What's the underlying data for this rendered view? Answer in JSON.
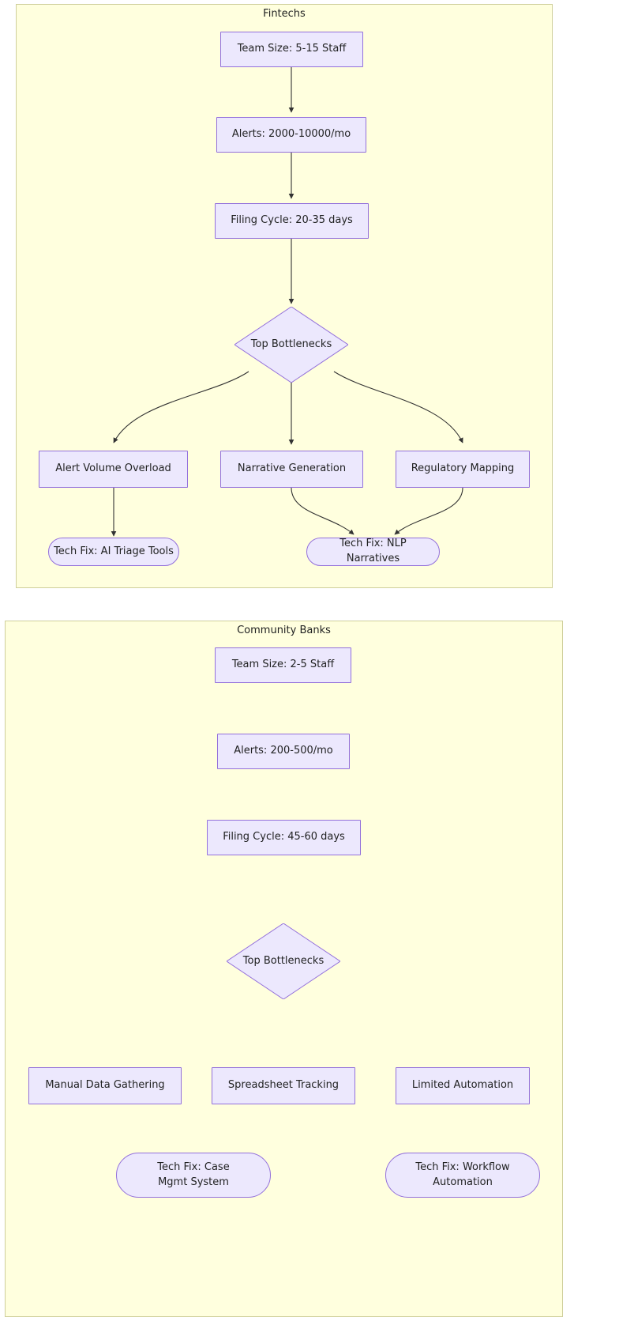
{
  "diagram": {
    "type": "flowchart",
    "direction": "top-down",
    "theme": {
      "subgraph_fill": "#FFFFDE",
      "subgraph_border": "#CFCF9B",
      "node_fill": "#ECE8FD",
      "node_border": "#9370DB",
      "edge_color": "#333333",
      "text_color": "#1f2020",
      "page_background": "#FFFFFF"
    }
  },
  "subgraphs": [
    {
      "id": "fintechs",
      "title": "Fintechs",
      "nodes": [
        {
          "id": "f1",
          "label": "Team Size: 5-15 Staff",
          "shape": "rect"
        },
        {
          "id": "f2",
          "label": "Alerts: 2000-10000/mo",
          "shape": "rect"
        },
        {
          "id": "f3",
          "label": "Filing Cycle: 20-35 days",
          "shape": "rect"
        },
        {
          "id": "f4",
          "label": "Top Bottlenecks",
          "shape": "diamond"
        },
        {
          "id": "f5",
          "label": "Alert Volume Overload",
          "shape": "rect"
        },
        {
          "id": "f6",
          "label": "Narrative Generation",
          "shape": "rect"
        },
        {
          "id": "f7",
          "label": "Regulatory Mapping",
          "shape": "rect"
        },
        {
          "id": "f8",
          "label": "Tech Fix: AI Triage Tools",
          "shape": "stadium"
        },
        {
          "id": "f9",
          "label": "Tech Fix: NLP Narratives",
          "shape": "stadium"
        }
      ],
      "edges": [
        {
          "from": "f1",
          "to": "f2"
        },
        {
          "from": "f2",
          "to": "f3"
        },
        {
          "from": "f3",
          "to": "f4"
        },
        {
          "from": "f4",
          "to": "f5"
        },
        {
          "from": "f4",
          "to": "f6"
        },
        {
          "from": "f4",
          "to": "f7"
        },
        {
          "from": "f5",
          "to": "f8"
        },
        {
          "from": "f6",
          "to": "f9"
        },
        {
          "from": "f7",
          "to": "f9"
        }
      ]
    },
    {
      "id": "community-banks",
      "title": "Community Banks",
      "nodes": [
        {
          "id": "c1",
          "label": "Team Size: 2-5 Staff",
          "shape": "rect"
        },
        {
          "id": "c2",
          "label": "Alerts: 200-500/mo",
          "shape": "rect"
        },
        {
          "id": "c3",
          "label": "Filing Cycle: 45-60 days",
          "shape": "rect"
        },
        {
          "id": "c4",
          "label": "Top Bottlenecks",
          "shape": "diamond"
        },
        {
          "id": "c5",
          "label": "Manual Data Gathering",
          "shape": "rect"
        },
        {
          "id": "c6",
          "label": "Spreadsheet Tracking",
          "shape": "rect"
        },
        {
          "id": "c7",
          "label": "Limited Automation",
          "shape": "rect"
        },
        {
          "id": "c8",
          "label": "Tech Fix: Case Mgmt System",
          "shape": "stadium"
        },
        {
          "id": "c9",
          "label": "Tech Fix: Workflow Automation",
          "shape": "stadium"
        }
      ],
      "edges": [
        {
          "from": "c1",
          "to": "c2"
        },
        {
          "from": "c2",
          "to": "c3"
        },
        {
          "from": "c3",
          "to": "c4"
        },
        {
          "from": "c4",
          "to": "c5"
        },
        {
          "from": "c4",
          "to": "c6"
        },
        {
          "from": "c4",
          "to": "c7"
        },
        {
          "from": "c5",
          "to": "c8"
        },
        {
          "from": "c6",
          "to": "c8"
        },
        {
          "from": "c7",
          "to": "c9"
        }
      ]
    }
  ]
}
